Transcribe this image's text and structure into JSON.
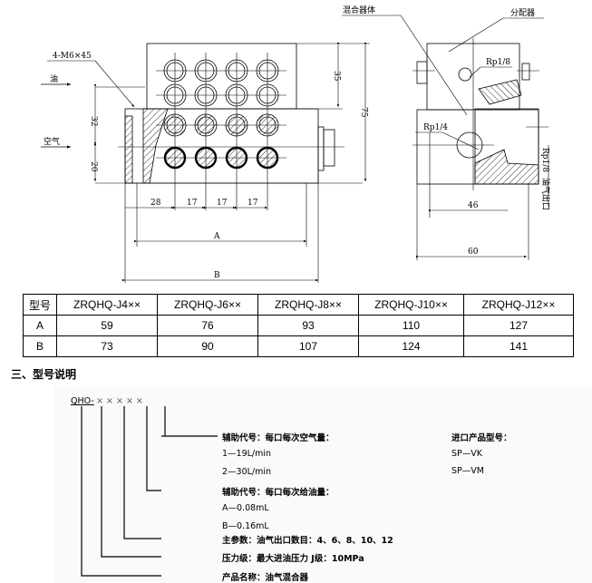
{
  "drawing": {
    "labels": {
      "bolt": "4-M6×45",
      "oil": "油",
      "air": "空气",
      "mixer_body": "混合器体",
      "distributor": "分配器",
      "port_small": "Rp1/8",
      "port_large": "Rp1/4",
      "outlet_port": "Rp1/8",
      "outlet": "油气出口"
    },
    "dimensions": {
      "d32": "32",
      "d20": "20",
      "d35": "35",
      "d75": "75",
      "d28": "28",
      "d17a": "17",
      "d17b": "17",
      "d17c": "17",
      "dimA": "A",
      "dimB": "B",
      "d46": "46",
      "d60": "60"
    }
  },
  "table": {
    "header": [
      "型号",
      "ZRQHQ-J4××",
      "ZRQHQ-J6××",
      "ZRQHQ-J8××",
      "ZRQHQ-J10××",
      "ZRQHQ-J12××"
    ],
    "rows": [
      [
        "A",
        "59",
        "76",
        "93",
        "110",
        "127"
      ],
      [
        "B",
        "73",
        "90",
        "107",
        "124",
        "141"
      ]
    ]
  },
  "section_title": "三、型号说明",
  "model_code": {
    "prefix": "QHO-",
    "marks": "×   × ×   ×   ×",
    "items": [
      {
        "label": "辅助代号：每口每次空气量：",
        "values": [
          "1—19L/min",
          "2—30L/min"
        ]
      },
      {
        "label": "辅助代号：每口每次给油量：",
        "values": [
          "A—0.08mL",
          "B—0.16mL"
        ]
      },
      {
        "label": "主参数：油气出口数目：4、6、8、10、12",
        "values": []
      },
      {
        "label": "压力级：最大进油压力 J级：10MPa",
        "values": []
      },
      {
        "label": "产品名称：油气混合器",
        "values": []
      }
    ],
    "import_title": "进口产品型号：",
    "import_models": [
      "SP—VK",
      "SP—VM"
    ]
  }
}
